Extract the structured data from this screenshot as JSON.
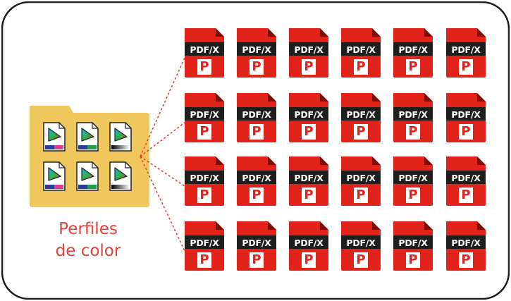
{
  "folder": {
    "label_line1": "Perfiles",
    "label_line2": "de color",
    "profiles": [
      {
        "row": 1,
        "col": 1,
        "icon": "color-profile-icon",
        "bar_color": "#e23a8f"
      },
      {
        "row": 1,
        "col": 2,
        "icon": "color-profile-icon",
        "bar_color": "#1fa046"
      },
      {
        "row": 1,
        "col": 3,
        "icon": "color-profile-icon",
        "bar_color": "gradient-black"
      },
      {
        "row": 2,
        "col": 1,
        "icon": "color-profile-icon",
        "bar_color": "#e23a8f"
      },
      {
        "row": 2,
        "col": 2,
        "icon": "color-profile-icon",
        "bar_color": "#1fa046"
      },
      {
        "row": 2,
        "col": 3,
        "icon": "color-profile-icon",
        "bar_color": "gradient-black"
      }
    ]
  },
  "pdf_grid": {
    "rows": 4,
    "cols": 6,
    "icon": "pdf-x-file-icon",
    "label": "PDF/X",
    "glyph": "P"
  },
  "colors": {
    "folder": "#f0c75d",
    "pdf_red": "#e2231a",
    "pdf_dark": "#1e1e1e",
    "connector": "#e0413a",
    "label": "#e0413a",
    "frame": "#1a1a1a"
  }
}
